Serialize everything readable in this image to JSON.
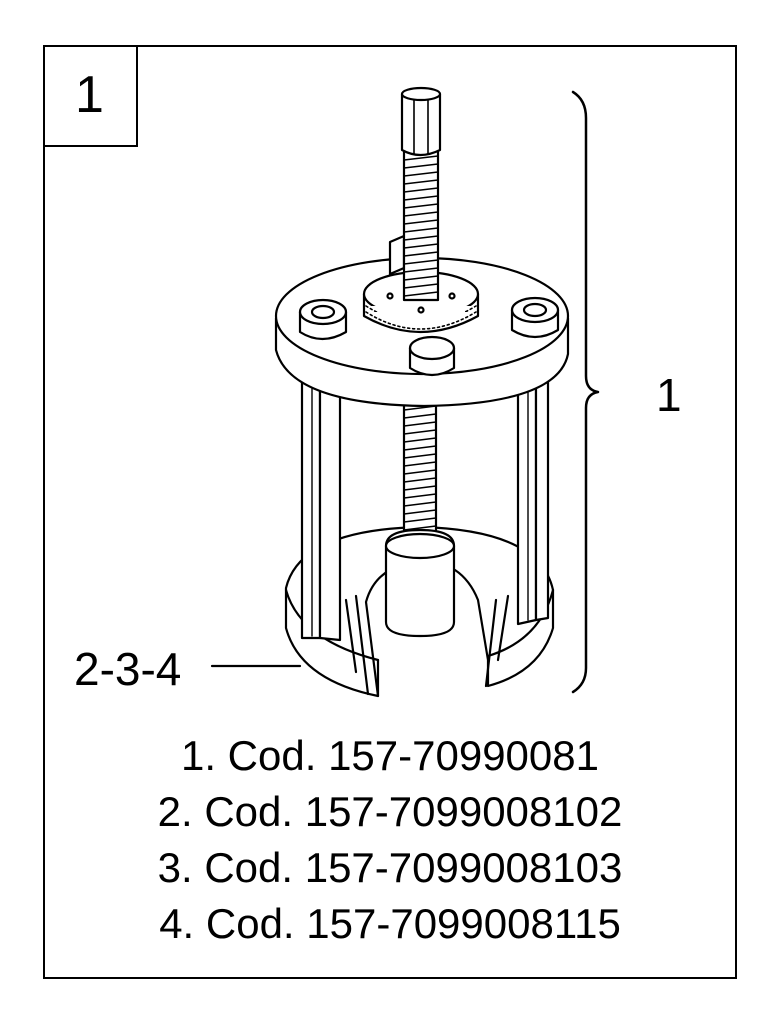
{
  "figure_number": "1",
  "callouts": {
    "assembly": "1",
    "components": "2-3-4"
  },
  "parts": [
    "1. Cod. 157-70990081",
    "2. Cod. 157-7099008102",
    "3. Cod. 157-7099008103",
    "4. Cod. 157-7099008115"
  ],
  "icons": {
    "drawing": "puller-tool-icon"
  },
  "colors": {
    "line": "#000000",
    "background": "#ffffff"
  }
}
